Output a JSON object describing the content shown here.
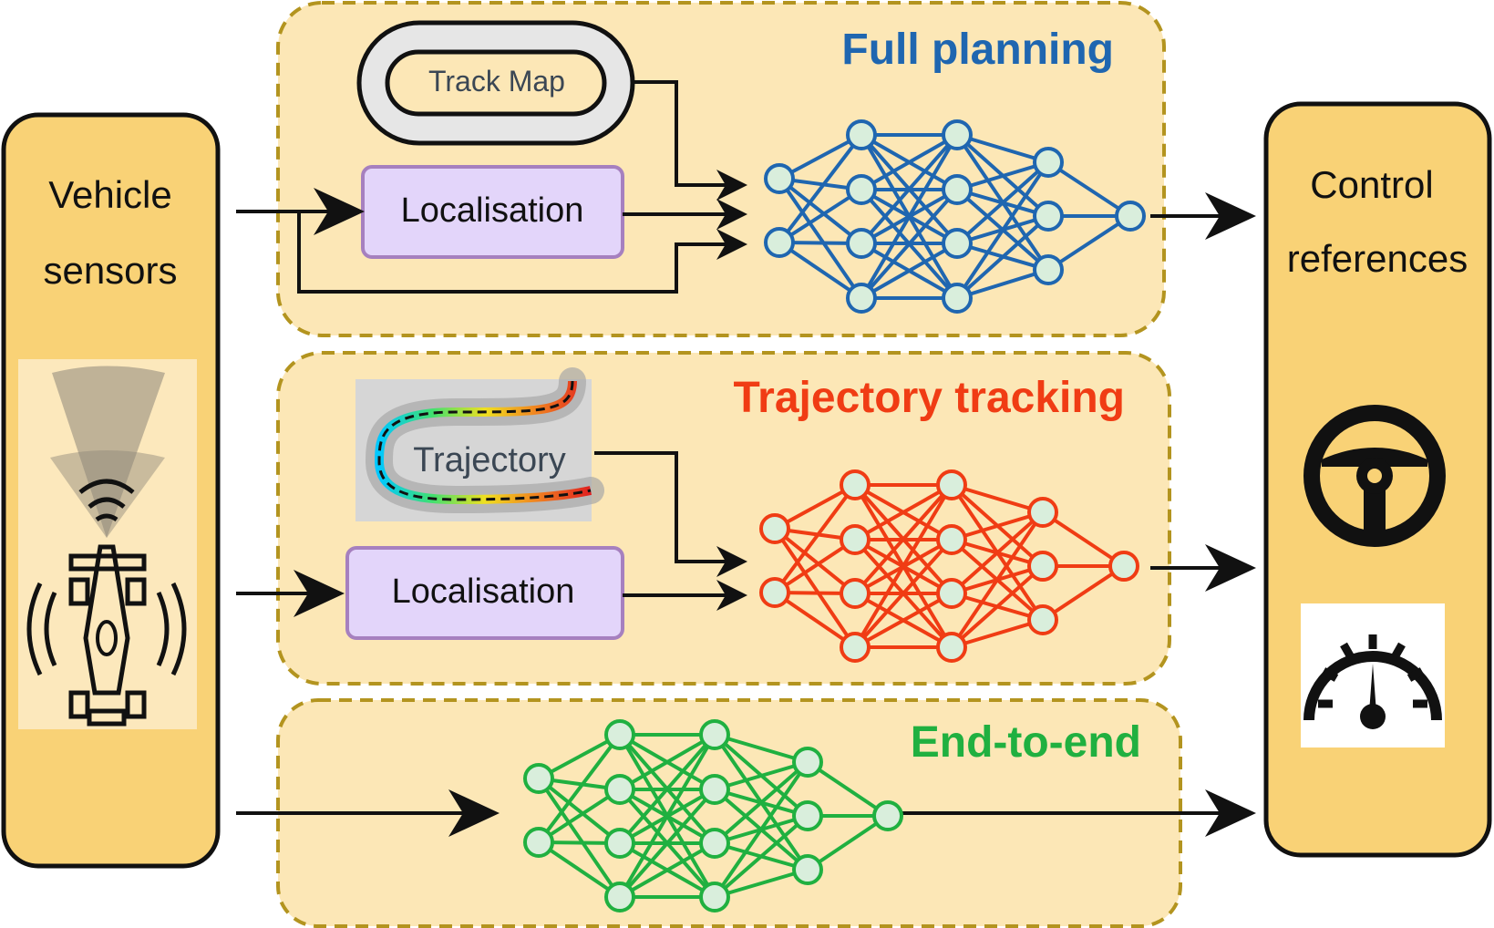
{
  "left_panel": {
    "line1": "Vehicle",
    "line2": "sensors"
  },
  "right_panel": {
    "line1": "Control",
    "line2": "references"
  },
  "sections": [
    {
      "title": "Full planning",
      "color": "#1F66B0",
      "map_label": "Track Map",
      "loc_label": "Localisation"
    },
    {
      "title": "Trajectory tracking",
      "color": "#F03C14",
      "traj_label": "Trajectory",
      "loc_label": "Localisation"
    },
    {
      "title": "End-to-end",
      "color": "#20B040"
    }
  ],
  "icons": [
    "car-sensors-icon",
    "steering-wheel-icon",
    "speedometer-icon"
  ],
  "colors": {
    "panel_fill": "#F9D276",
    "section_fill": "#FCE7B6",
    "section_border": "#B3941F",
    "loc_fill": "#E3D5FA",
    "loc_border": "#A680BF",
    "node_fill": "#D9EEDC"
  }
}
